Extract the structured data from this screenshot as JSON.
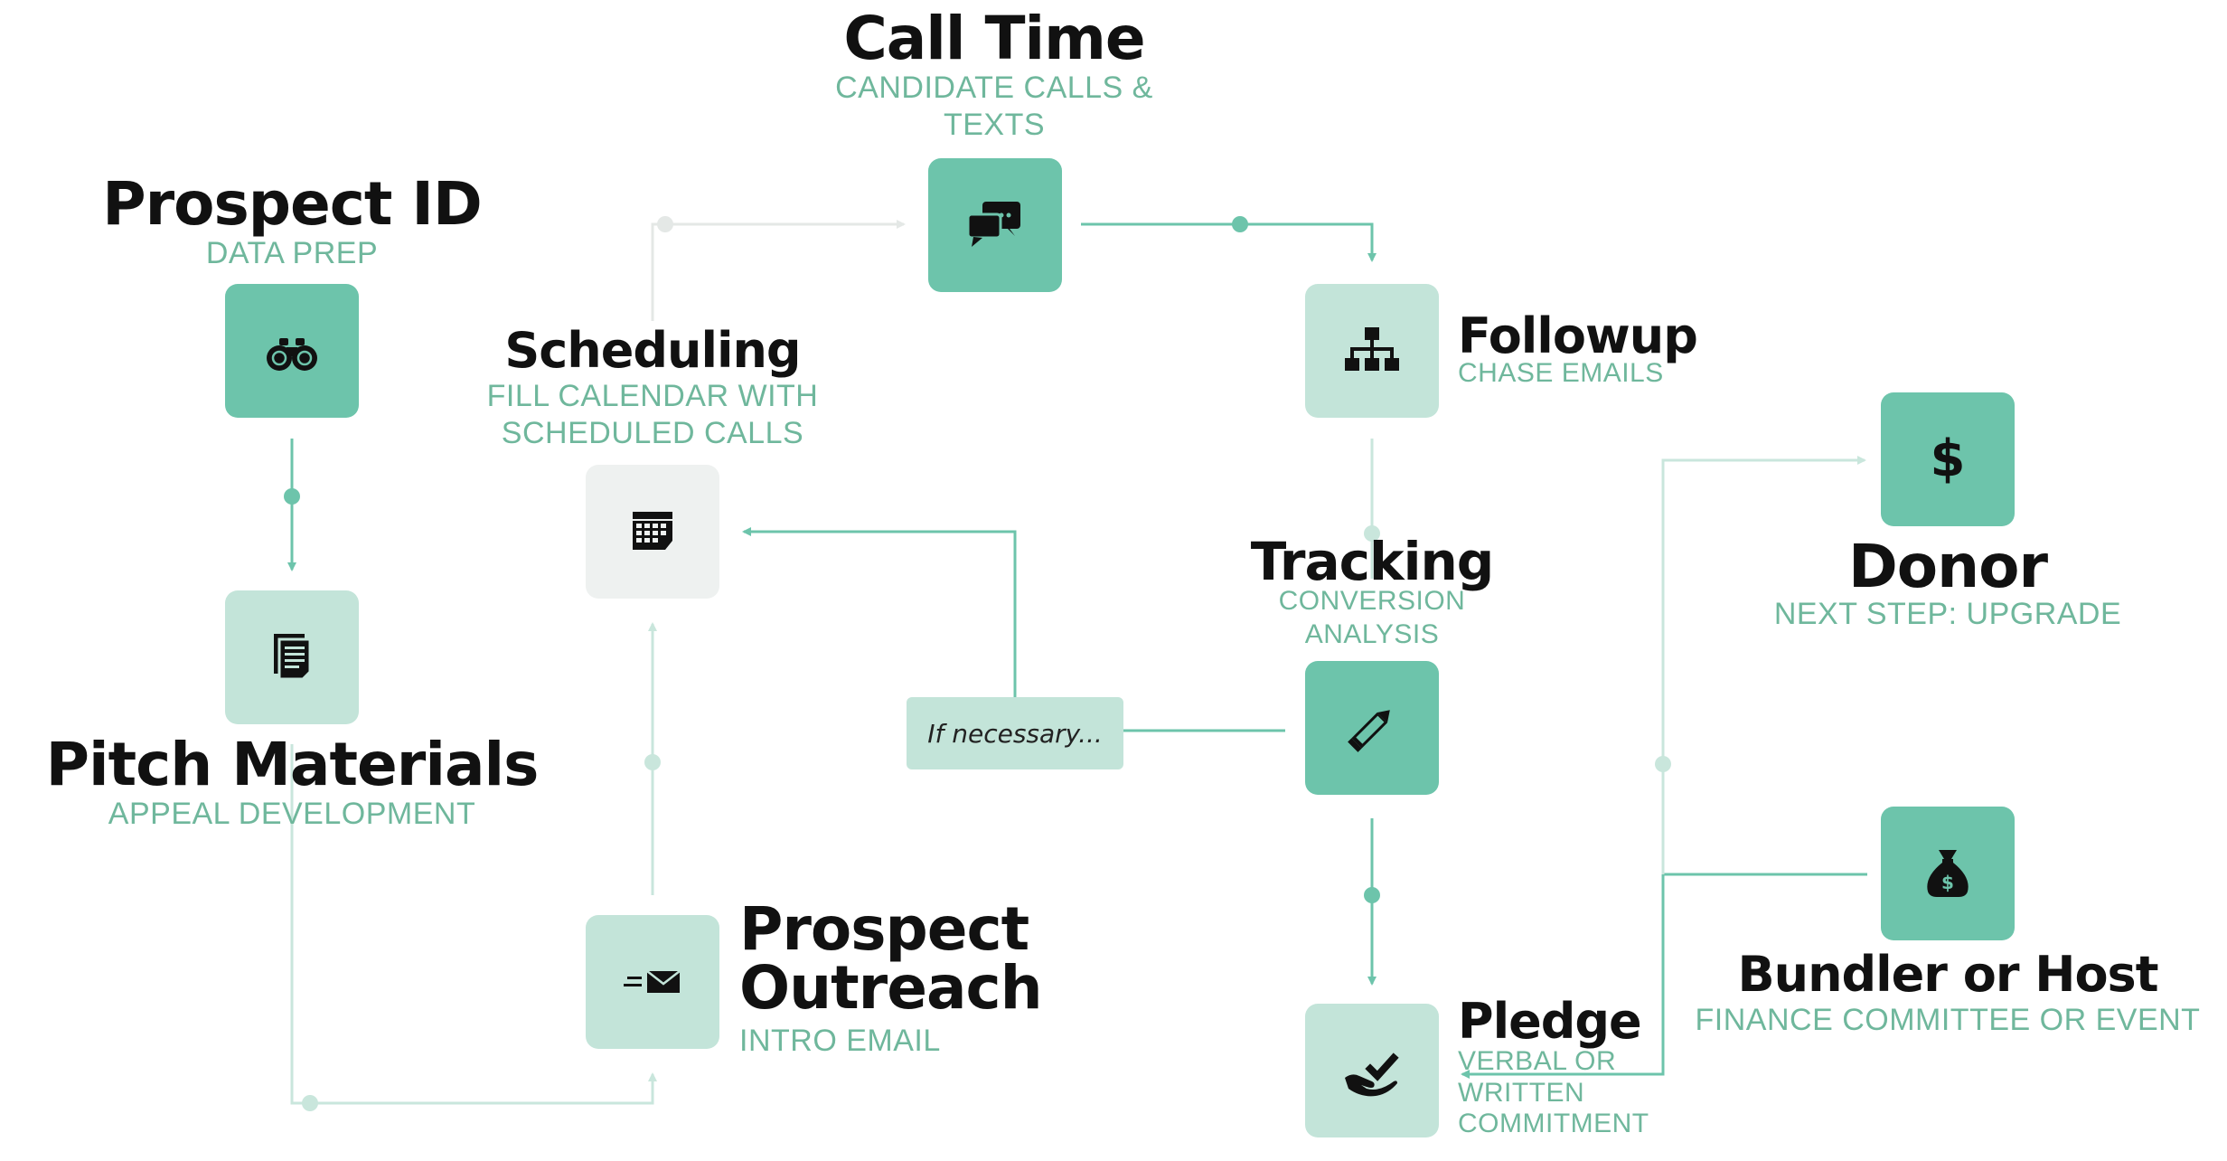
{
  "colors": {
    "dark_green": "#6dc4ab",
    "light_green": "#c3e4d9",
    "grey_box": "#eef1f0",
    "subtitle_green": "#6fb79c",
    "connector": "#6dc4ab",
    "connector_faint": "#c9e6dc"
  },
  "nodes": {
    "call_time": {
      "title": "Call Time",
      "subtitle": "CANDIDATE CALLS &\nTEXTS",
      "icon": "chat-bubbles-icon"
    },
    "prospect_id": {
      "title": "Prospect ID",
      "subtitle": "DATA PREP",
      "icon": "binoculars-icon"
    },
    "scheduling": {
      "title": "Scheduling",
      "subtitle": "FILL CALENDAR WITH\nSCHEDULED CALLS",
      "icon": "calendar-icon"
    },
    "followup": {
      "title": "Followup",
      "subtitle": "CHASE EMAILS",
      "icon": "sitemap-icon"
    },
    "donor": {
      "title": "Donor",
      "subtitle": "NEXT STEP: UPGRADE",
      "icon": "dollar-icon"
    },
    "tracking": {
      "title": "Tracking",
      "subtitle": "CONVERSION\nANALYSIS",
      "icon": "pencil-icon"
    },
    "pitch_materials": {
      "title": "Pitch Materials",
      "subtitle": "APPEAL DEVELOPMENT",
      "icon": "documents-icon"
    },
    "prospect_outreach": {
      "title": "Prospect\nOutreach",
      "subtitle": "INTRO EMAIL",
      "icon": "envelope-send-icon"
    },
    "bundler": {
      "title": "Bundler or Host",
      "subtitle": "FINANCE COMMITTEE OR EVENT",
      "icon": "money-bag-icon"
    },
    "pledge": {
      "title": "Pledge",
      "subtitle": "VERBAL OR\nWRITTEN\nCOMMITMENT",
      "icon": "hand-check-icon"
    }
  },
  "note": {
    "label": "If necessary..."
  }
}
